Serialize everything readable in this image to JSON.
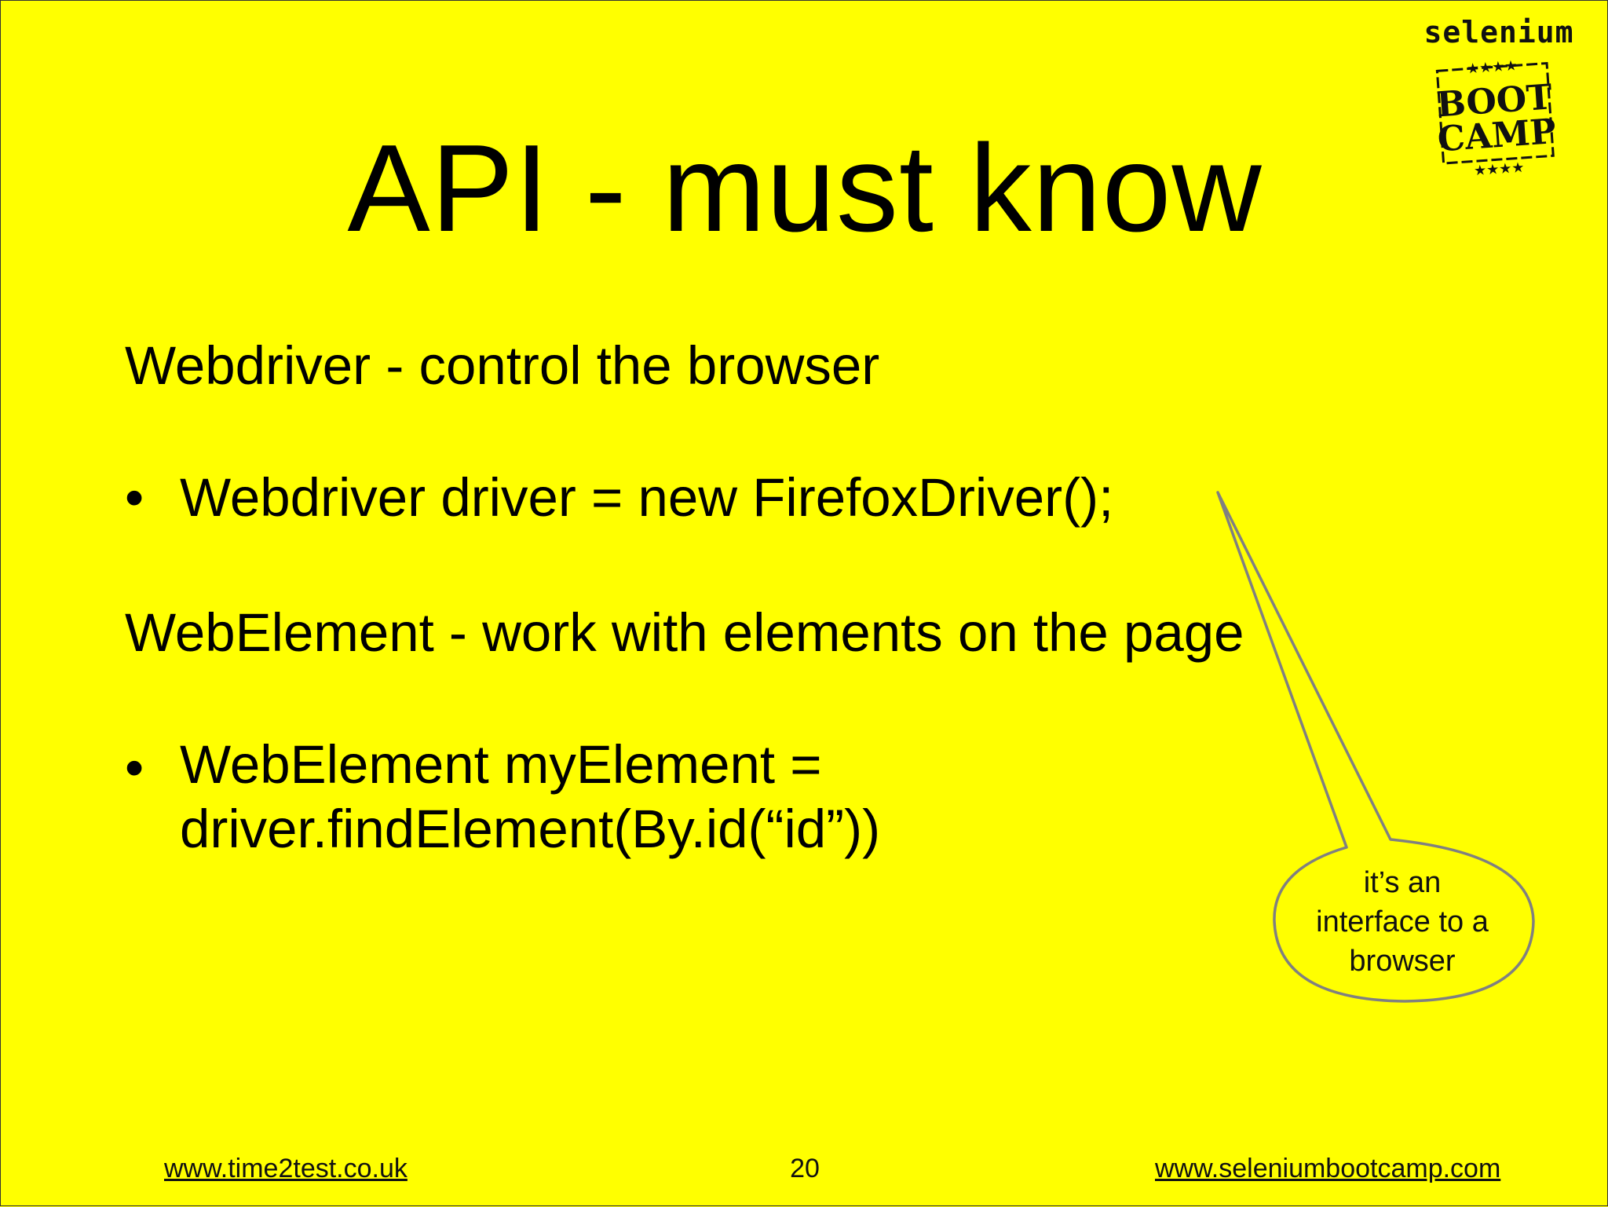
{
  "slide": {
    "title": "API - must know",
    "line1": "Webdriver - control the browser",
    "bullet1": "Webdriver driver = new FirefoxDriver();",
    "line2": "WebElement - work with elements on the page",
    "bullet2_line1": "WebElement myElement =",
    "bullet2_line2": "driver.findElement(By.id(“id”))",
    "bullet_glyph": "•"
  },
  "callout": {
    "line1": "it’s an",
    "line2": "interface to a",
    "line3": "browser"
  },
  "logo": {
    "word": "selenium",
    "boot": "BOOT",
    "camp": "CAMP",
    "stars": "★★★★"
  },
  "footer": {
    "left_link": "www.time2test.co.uk",
    "page_number": "20",
    "right_link": "www.seleniumbootcamp.com"
  },
  "colors": {
    "background": "#ffff00",
    "callout_stroke": "#808080"
  }
}
